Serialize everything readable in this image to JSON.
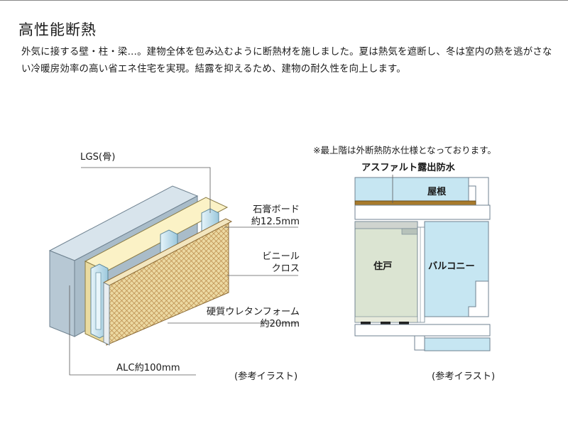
{
  "heading": "高性能断熱",
  "description": "外気に接する壁・柱・梁…。建物全体を包み込むように断熱材を施しました。夏は熱気を遮断し、冬は室内の熱を逃がさない冷暖房効率の高い省エネ住宅を実現。結露を抑えるため、建物の耐久性を向上します。",
  "wall_diagram": {
    "labels": {
      "lgs": "LGS(骨)",
      "board_line1": "石膏ボード",
      "board_line2": "約12.5mm",
      "vinyl_line1": "ビニール",
      "vinyl_line2": "クロス",
      "urethane_line1": "硬質ウレタンフォーム",
      "urethane_line2": "約20mm",
      "alc": "ALC約100mm"
    },
    "caption": "(参考イラスト)"
  },
  "section_diagram": {
    "note": "※最上階は外断熱防水仕様となっております。",
    "asphalt_label": "アスファルト露出防水",
    "roof_label": "屋根",
    "dwelling_label": "住戸",
    "balcony_label": "バルコニー",
    "caption": "(参考イラスト)"
  },
  "colors": {
    "alc_front": "#b5c7d3",
    "alc_top": "#cfdde6",
    "board": "#f7eab6",
    "urethane": "#ecd9a2",
    "steel": "#c9e6f2",
    "interior": "#dbe4d2",
    "balcony": "#c6e6f2",
    "leader": "#5a5a5a"
  }
}
